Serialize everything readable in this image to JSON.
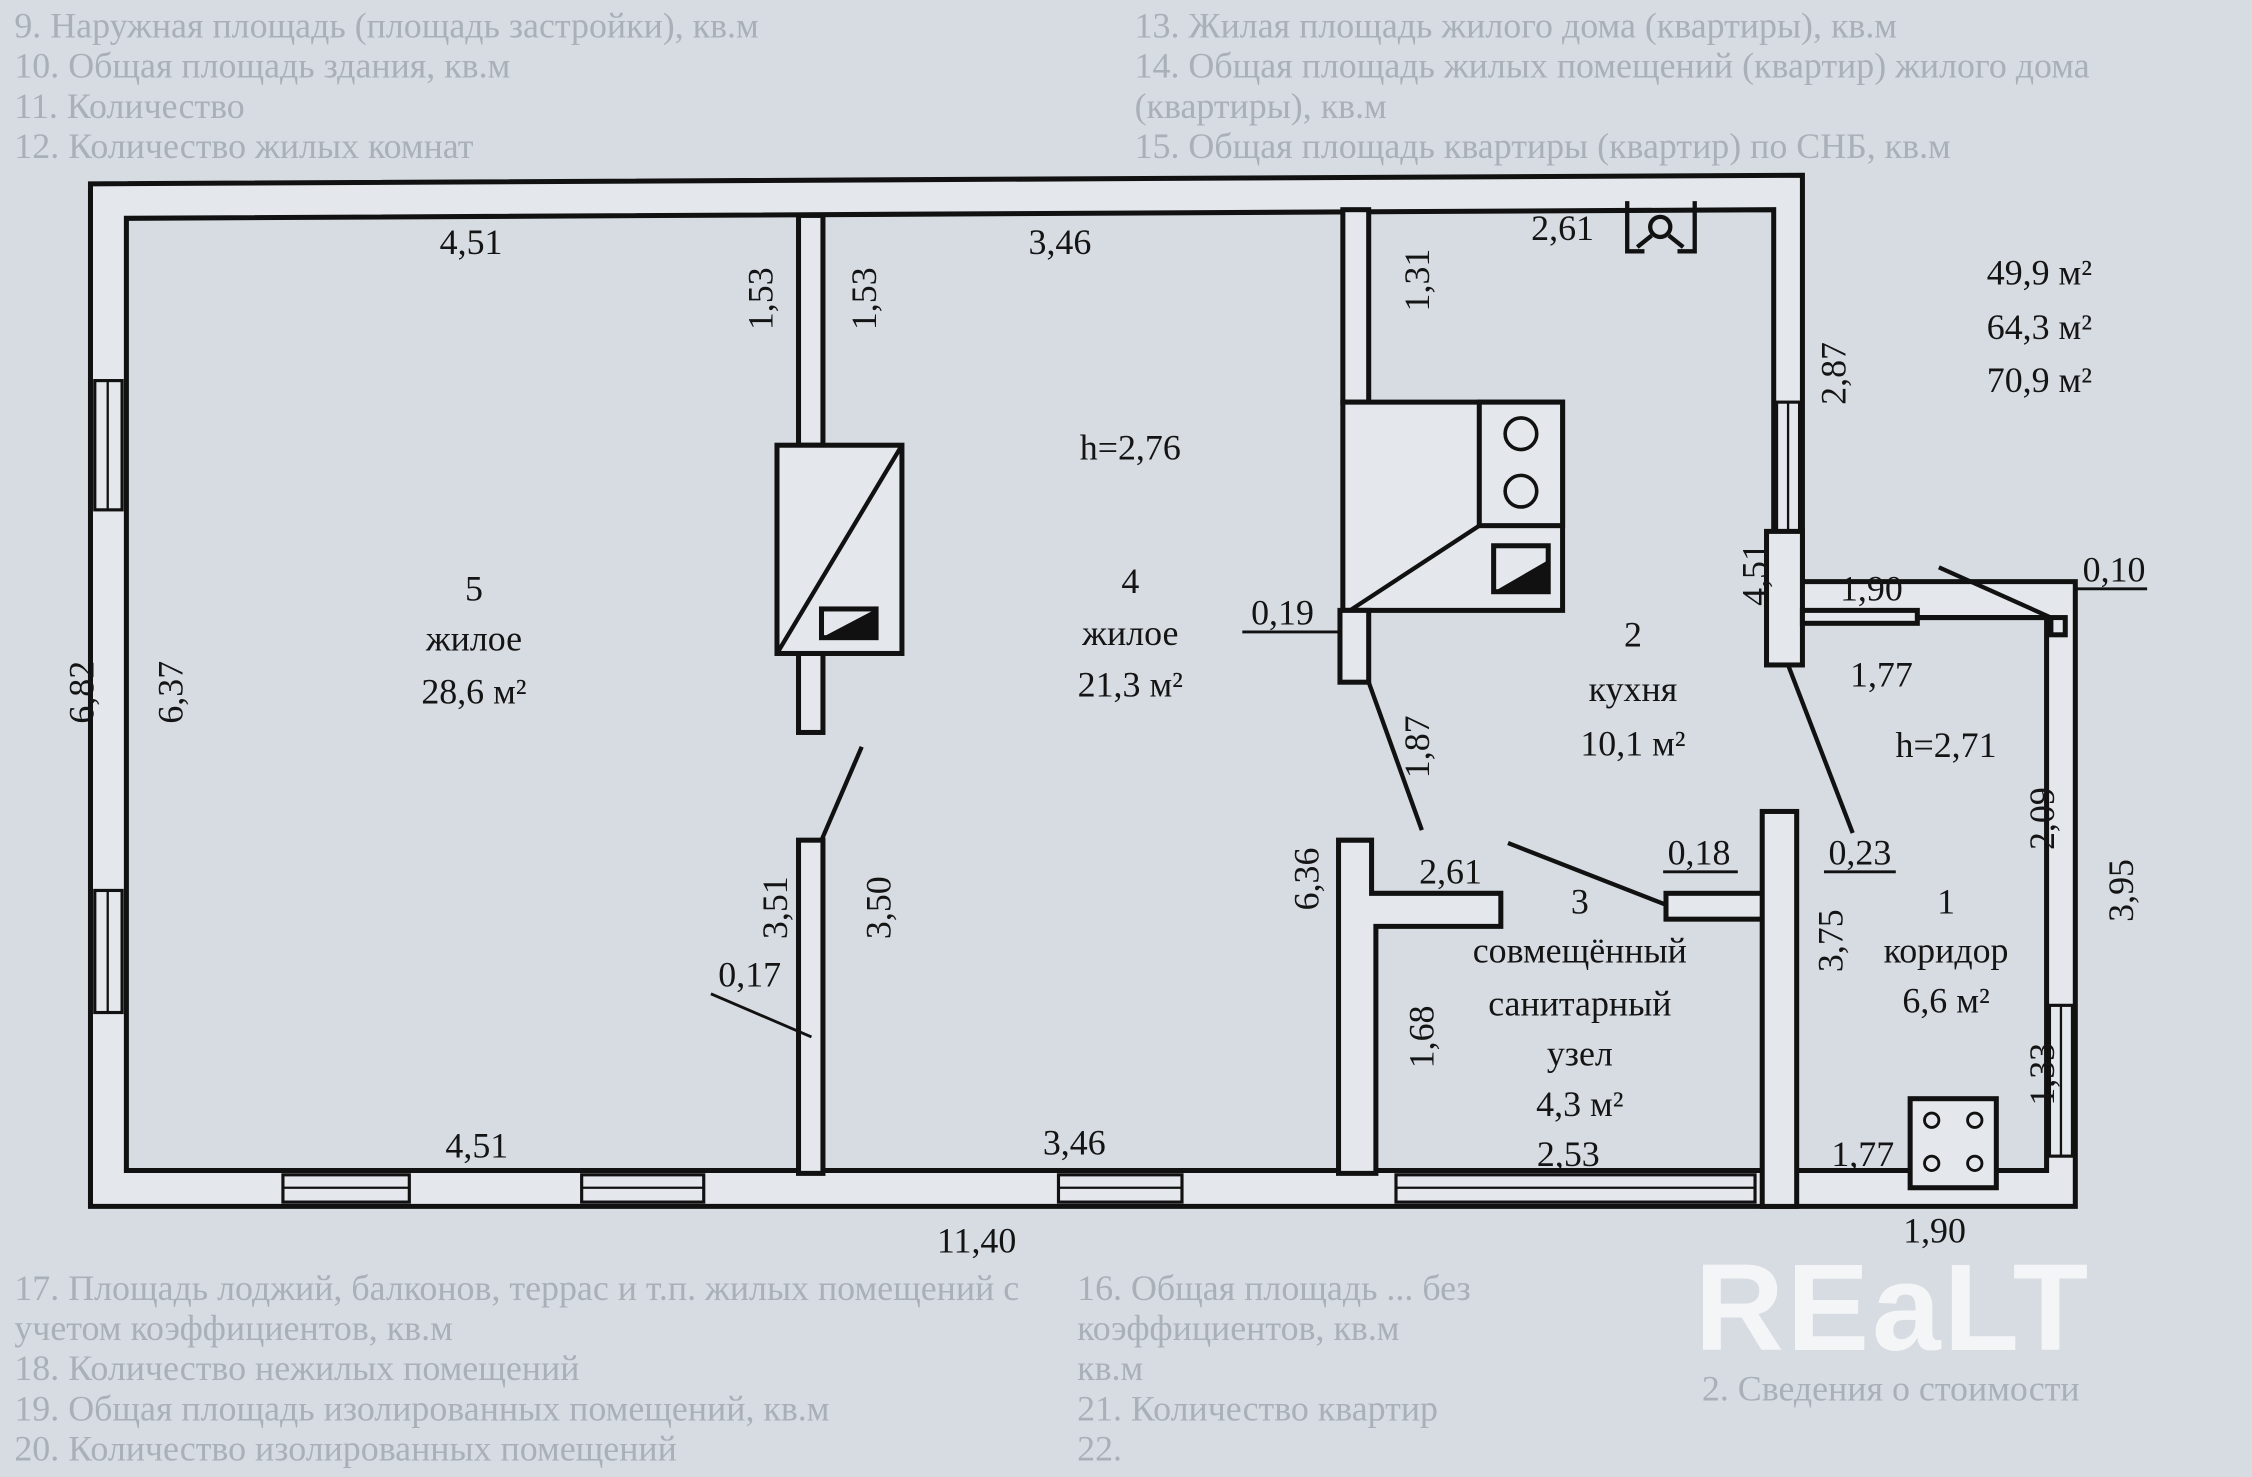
{
  "background_form": {
    "lines": [
      "9. Наружная площадь (площадь застройки), кв.м",
      "10. Общая площадь здания, кв.м",
      "11. Количество",
      "12. Количество жилых комнат",
      "13. Жилая площадь жилого дома (квартиры), кв.м",
      "14. Общая площадь жилых помещений (квартир) жилого дома",
      "(квартиры), кв.м",
      "15. Общая площадь квартиры (квартир) по СНБ, кв.м",
      "16. Общая площадь ... без",
      "коэффициентов, кв.м",
      "17. Площадь лоджий, балконов, террас и т.п. жилых помещений с",
      "учетом коэффициентов, кв.м",
      "18. Количество нежилых помещений",
      "19. Общая площадь изолированных помещений, кв.м",
      "20. Количество изолированных помещений",
      "кв.м",
      "21. Количество квартир",
      "22."
    ],
    "section_title": "2. Сведения о стоимости"
  },
  "plan": {
    "totals": [
      "49,9 м²",
      "64,3 м²",
      "70,9 м²"
    ],
    "rooms": [
      {
        "number": "1",
        "name": "коридор",
        "area": "6,6 м²",
        "height": "h=2,71"
      },
      {
        "number": "2",
        "name": "кухня",
        "area": "10,1 м²"
      },
      {
        "number": "3",
        "name_lines": [
          "совмещённый",
          "санитарный",
          "узел"
        ],
        "area": "4,3 м²"
      },
      {
        "number": "4",
        "name": "жилое",
        "area": "21,3 м²",
        "height": "h=2,76"
      },
      {
        "number": "5",
        "name": "жилое",
        "area": "28,6 м²"
      }
    ],
    "dimensions": {
      "top_room5": "4,51",
      "top_room4": "3,46",
      "top_kitchen": "2,61",
      "wall5_left": "1,53",
      "wall5_right": "1,53",
      "kitchen_wall": "1,31",
      "right_upper": "2,87",
      "kitchen_right": "4,51",
      "corridor_top": "1,90",
      "wall_thickness_corridor": "0,10",
      "corridor_width": "1,77",
      "outer_left": "6,82",
      "inner_left": "6,37",
      "partition_019": "0,19",
      "kitchen_diag": "1,87",
      "corridor_right_upper": "2,09",
      "corridor_outer_right": "3,95",
      "bath_left": "6,36",
      "bath_top": "2,61",
      "partition_018": "0,18",
      "partition_023": "0,23",
      "corridor_left": "3,75",
      "bath_inner": "1,68",
      "corridor_right_lower": "1,33",
      "corridor_bottom_inner": "1,77",
      "bath_bottom": "2,53",
      "wall_lower_left": "3,51",
      "wall_lower_right": "3,50",
      "partition_017": "0,17",
      "bottom_room5": "4,51",
      "bottom_room4": "3,46",
      "overall_width": "11,40",
      "corridor_bottom": "1,90"
    }
  },
  "watermark": "REaLT"
}
